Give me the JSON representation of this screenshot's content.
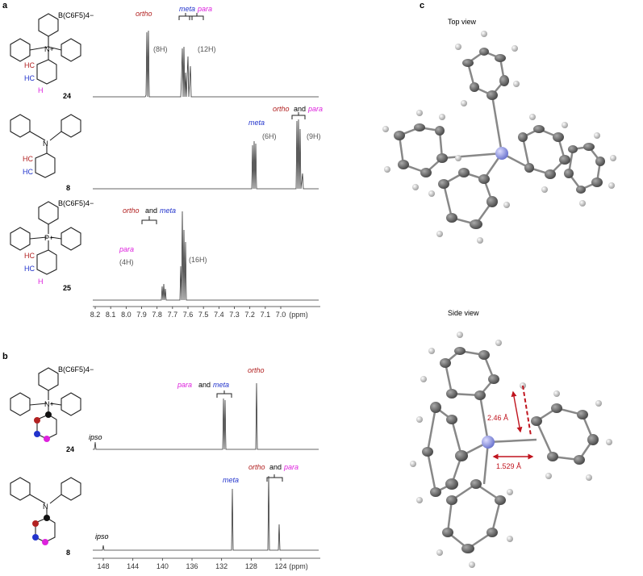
{
  "panels": {
    "a": "a",
    "b": "b",
    "c": "c"
  },
  "compounds": {
    "c24": "24",
    "c8": "8",
    "c25": "25",
    "counterion": "B(C6F5)4−",
    "N_plus": "N+",
    "N": "N",
    "P_plus": "P+",
    "HC": "HC",
    "H": "H"
  },
  "h1_spectrum": {
    "x_ticks": [
      "8.2",
      "8.1",
      "8.0",
      "7.9",
      "7.8",
      "7.7",
      "7.6",
      "7.5",
      "7.4",
      "7.3",
      "7.2",
      "7.1",
      "7.0",
      "(ppm)"
    ],
    "s24": {
      "ortho": "ortho",
      "meta": "meta",
      "para": "para",
      "int1": "(8H)",
      "int2": "(12H)"
    },
    "s8": {
      "meta": "meta",
      "ortho_and": "ortho",
      "and": "and",
      "para": "para",
      "int1": "(6H)",
      "int2": "(9H)"
    },
    "s25": {
      "ortho": "ortho",
      "and": "and",
      "meta": "meta",
      "para": "para",
      "int1": "(4H)",
      "int2": "(16H)"
    }
  },
  "c13_spectrum": {
    "x_ticks": [
      "148",
      "144",
      "140",
      "136",
      "132",
      "128",
      "124",
      "(ppm)"
    ],
    "s24": {
      "para": "para",
      "and": "and",
      "meta": "meta",
      "ortho": "ortho",
      "ipso": "ipso"
    },
    "s8": {
      "meta": "meta",
      "ortho": "ortho",
      "and": "and",
      "para": "para",
      "ipso": "ipso"
    }
  },
  "structure": {
    "top_view": "Top view",
    "side_view": "Side view",
    "dist1": "2.46 Å",
    "dist2": "1.529 Å"
  },
  "colors": {
    "ortho": "#b22222",
    "meta": "#2233cc",
    "para": "#dd22dd",
    "N_atom": "#9999ee",
    "carbon": "#666666",
    "hydrogen": "#d8d8d8",
    "arrow": "#c0141e"
  }
}
